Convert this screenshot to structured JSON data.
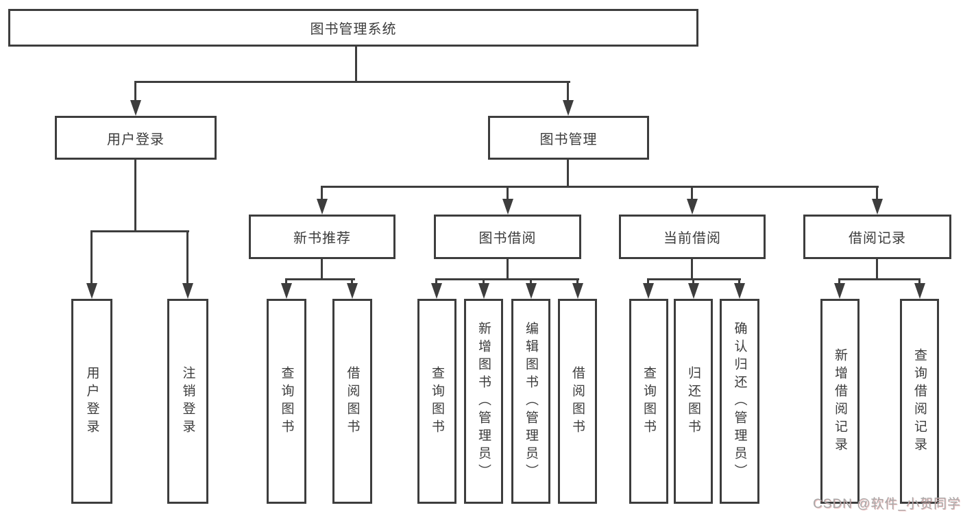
{
  "tree": {
    "root": "图书管理系统",
    "branch_user": "用户登录",
    "branch_book": "图书管理",
    "user_children": [
      "用户登录",
      "注销登录"
    ],
    "sections": [
      {
        "label": "新书推荐",
        "children": [
          "查询图书",
          "借阅图书"
        ]
      },
      {
        "label": "图书借阅",
        "children": [
          "查询图书",
          "新增图书（管理员）",
          "编辑图书（管理员）",
          "借阅图书"
        ]
      },
      {
        "label": "当前借阅",
        "children": [
          "查询图书",
          "归还图书",
          "确认归还（管理员）"
        ]
      },
      {
        "label": "借阅记录",
        "children": [
          "新增借阅记录",
          "查询借阅记录"
        ]
      }
    ]
  },
  "watermark": {
    "text": "CSDN @软件_小贺同学"
  },
  "colors": {
    "line": "#3d3d3d",
    "text": "#3c3c3c",
    "background": "#ffffff",
    "watermark": "#a9a9a9"
  }
}
